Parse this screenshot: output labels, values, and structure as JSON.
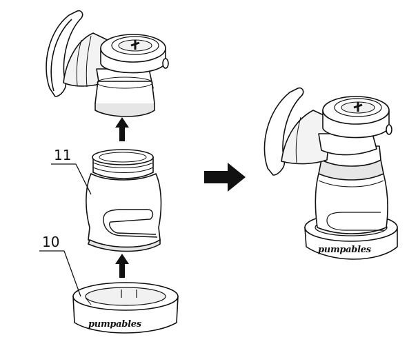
{
  "callouts": {
    "bottle": "11",
    "base": "10"
  },
  "brand": {
    "base_logo": "pumpables",
    "assembled_logo": "pumpables"
  },
  "colors": {
    "line": "#111111",
    "shade": "#e6e6e6",
    "shade_dark": "#cfcfcf",
    "background": "#ffffff"
  },
  "icons": {
    "up_arrows": "bold-up-arrow",
    "direction_arrow": "bold-right-arrow"
  }
}
